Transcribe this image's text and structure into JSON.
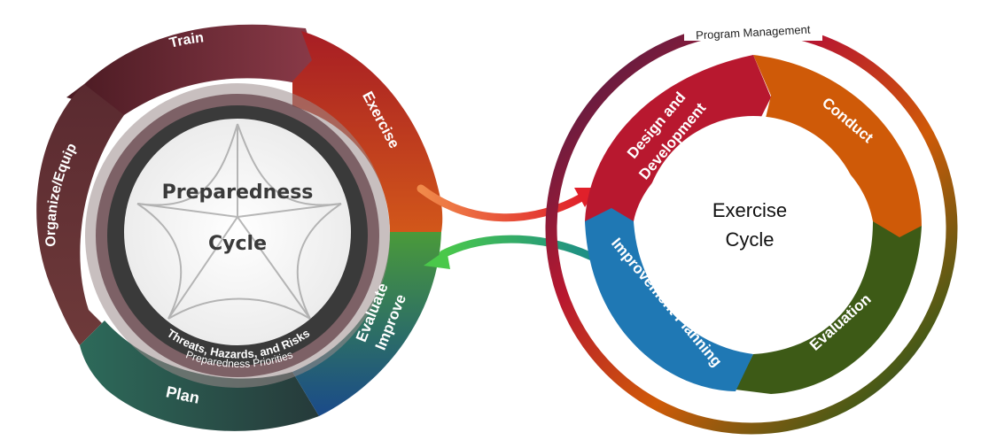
{
  "preparedness": {
    "center_line1": "Preparedness",
    "center_line2": "Cycle",
    "ring_text": "Threats, Hazards, and Risks",
    "priorities": "Preparedness Priorities",
    "segments": {
      "train": "Train",
      "exercise": "Exercise",
      "organize": "Organize/Equip",
      "plan": "Plan",
      "evaluate_line1": "Evaluate",
      "evaluate_line2": "Improve"
    },
    "colors": {
      "train": "#7a2e3a",
      "exercise": "#c0392b",
      "organize": "#6b3a3a",
      "plan": "#2f5a4f",
      "evaluate": "#3f8a3a"
    }
  },
  "exercise_cycle": {
    "center_line1": "Exercise",
    "center_line2": "Cycle",
    "outer_label": "Program Management",
    "segments": {
      "design_line1": "Design and",
      "design_line2": "Development",
      "conduct": "Conduct",
      "evaluation": "Evaluation",
      "improvement": "Improvement Planning"
    },
    "colors": {
      "design": "#b8182f",
      "conduct": "#cf5a08",
      "evaluation": "#3d5a16",
      "improvement": "#1f78b4"
    }
  },
  "arrows": {
    "to_exercise_color": "#e8492f",
    "to_preparedness_color": "#2fae6a"
  }
}
